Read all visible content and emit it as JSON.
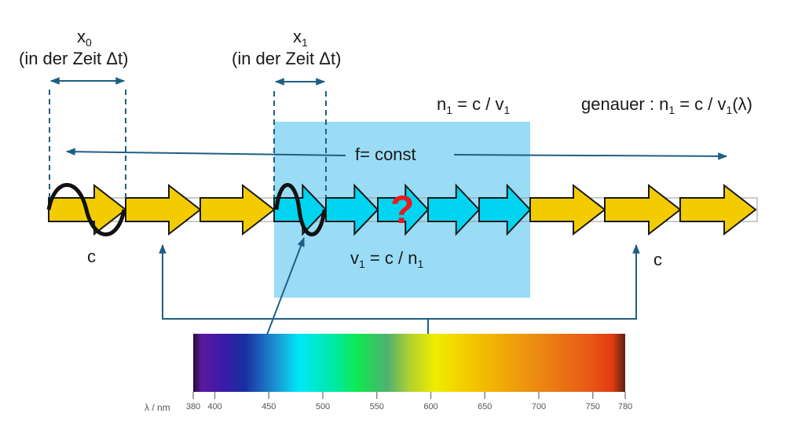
{
  "labels": {
    "x0_symbol": "x",
    "x0_sub": "0",
    "x0_time": "(in der Zeit  Δt)",
    "x1_symbol": "x",
    "x1_sub": "1",
    "x1_time": "(in der Zeit  Δt)",
    "n1_left": "n",
    "n1_left_sub": "1",
    "n1_eq": " = c / v",
    "n1_eq_sub": "1",
    "genauer_prefix": "genauer : n",
    "genauer_sub1": "1",
    "genauer_mid": " = c / v",
    "genauer_sub2": "1",
    "genauer_suffix": "(λ)",
    "freq": "f= const",
    "v1_sym": "v",
    "v1_sub": "1",
    "v1_eq": " = c / n",
    "v1_eq_sub": "1",
    "c_left": "c",
    "c_right": "c",
    "question": "?"
  },
  "colors": {
    "vacuum_arrow": "#f2cc00",
    "medium_arrow": "#00d4f0",
    "medium_box": "#9adcf5",
    "line": "#1f5f85",
    "question": "#e51c1c"
  },
  "arrows": [
    {
      "medium": "vacuum"
    },
    {
      "medium": "vacuum"
    },
    {
      "medium": "vacuum"
    },
    {
      "medium": "medium"
    },
    {
      "medium": "medium"
    },
    {
      "medium": "medium"
    },
    {
      "medium": "medium"
    },
    {
      "medium": "medium"
    },
    {
      "medium": "vacuum"
    },
    {
      "medium": "vacuum"
    },
    {
      "medium": "vacuum"
    }
  ],
  "spectrum": {
    "axis_label": "λ / nm",
    "ticks": [
      "380",
      "400",
      "450",
      "500",
      "550",
      "600",
      "650",
      "700",
      "750",
      "780"
    ],
    "range_nm": [
      380,
      780
    ]
  }
}
